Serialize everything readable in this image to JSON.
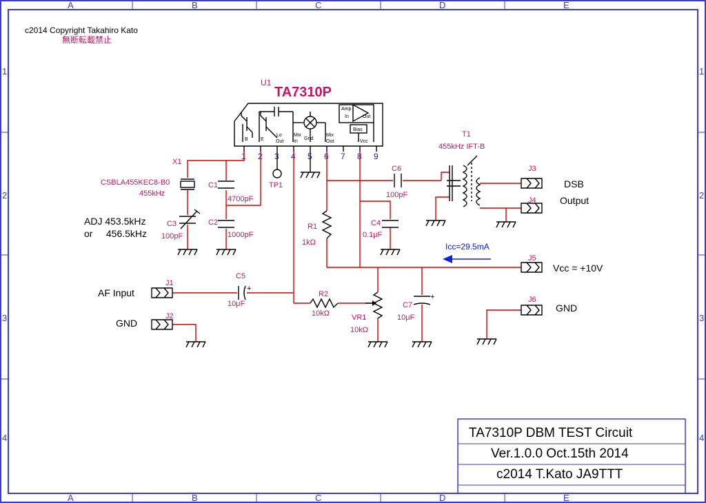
{
  "sheet": {
    "col_labels": [
      "A",
      "B",
      "C",
      "D",
      "E"
    ],
    "row_labels": [
      "1",
      "2",
      "3",
      "4"
    ]
  },
  "copyright": {
    "line1": "c2014 Copyright Takahiro Kato",
    "line2": "無断転載禁止"
  },
  "ic": {
    "ref": "U1",
    "part": "TA7310P",
    "pins": [
      "1",
      "2",
      "3",
      "4",
      "5",
      "6",
      "7",
      "8",
      "9"
    ],
    "internal_labels": {
      "b": "B",
      "e": "E",
      "lo_out": "Lo\nOut",
      "mix_in": "Mix\nIn",
      "gnd": "Gnd",
      "mix_out": "Mix\nOut",
      "amp_in": "Amp\nIn",
      "out": "Out",
      "bias": "Bias",
      "vcc": "Vcc"
    }
  },
  "components": {
    "x1": {
      "ref": "X1",
      "part": "CSBLA455KEC8-B0",
      "value": "455kHz"
    },
    "c1": {
      "ref": "C1",
      "value": "4700pF"
    },
    "c2": {
      "ref": "C2",
      "value": "1000pF"
    },
    "c3": {
      "ref": "C3",
      "value": "100pF"
    },
    "tp1": {
      "ref": "TP1"
    },
    "t1": {
      "ref": "T1",
      "value": "455kHz IFT-B"
    },
    "c6": {
      "ref": "C6",
      "value": "100pF"
    },
    "r1": {
      "ref": "R1",
      "value": "1kΩ"
    },
    "c4": {
      "ref": "C4",
      "value": "0.1μF"
    },
    "c5": {
      "ref": "C5",
      "value": "10μF"
    },
    "r2": {
      "ref": "R2",
      "value": "10kΩ"
    },
    "vr1": {
      "ref": "VR1",
      "value": "10kΩ"
    },
    "c7": {
      "ref": "C7",
      "value": "10μF"
    },
    "j1": {
      "ref": "J1"
    },
    "j2": {
      "ref": "J2"
    },
    "j3": {
      "ref": "J3"
    },
    "j4": {
      "ref": "J4"
    },
    "j5": {
      "ref": "J5"
    },
    "j6": {
      "ref": "J6"
    }
  },
  "labels": {
    "adj1": "ADJ 453.5kHz",
    "adj2": "or     456.5kHz",
    "af_input": "AF Input",
    "gnd_left": "GND",
    "dsb": "DSB",
    "output": "Output",
    "icc": "Icc=29.5mA",
    "vcc": "Vcc = +10V",
    "gnd_right": "GND"
  },
  "title_block": {
    "title": "TA7310P  DBM  TEST Circuit",
    "version": "Ver.1.0.0  Oct.15th 2014",
    "author": "c2014 T.Kato  JA9TTT"
  },
  "colors": {
    "frame": "#3a3ad0",
    "ref": "#cc1166",
    "wire": "#d40000",
    "arrow": "#1020e0"
  }
}
